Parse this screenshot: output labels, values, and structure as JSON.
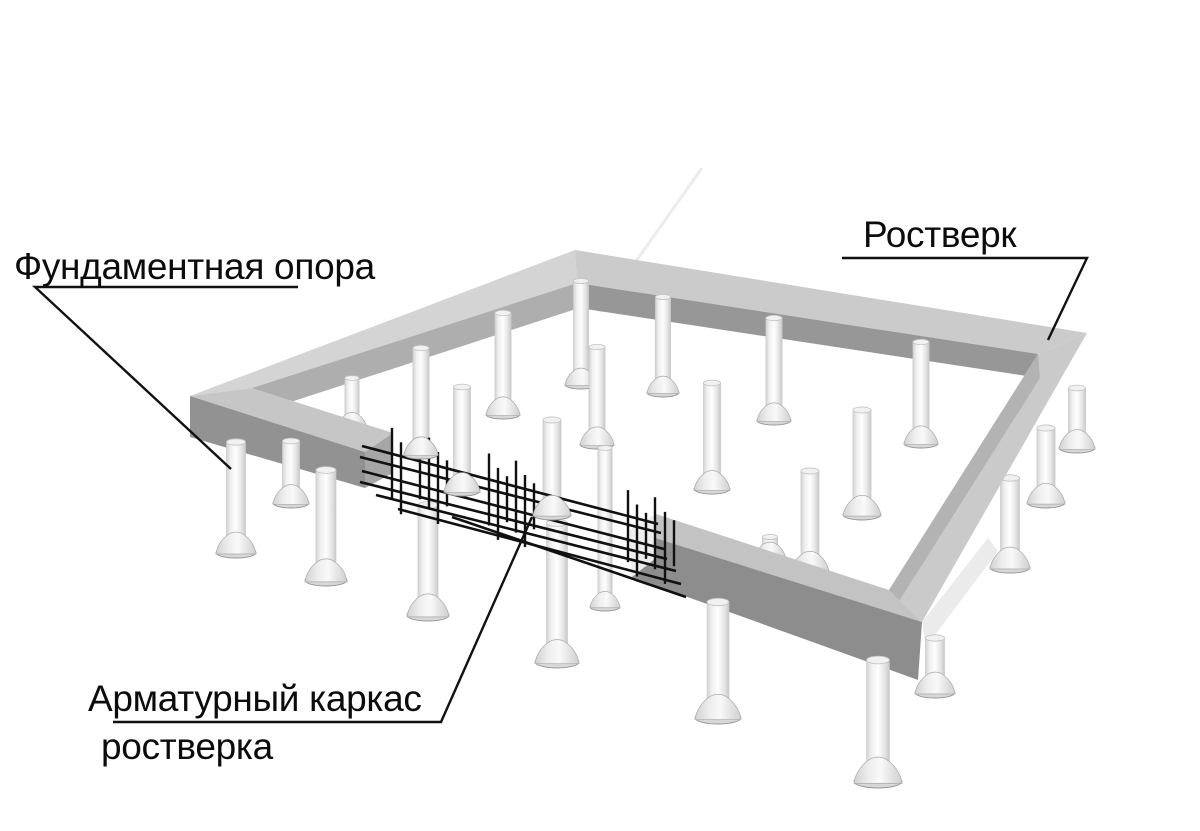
{
  "diagram": {
    "type": "pile-foundation-grillage-illustration",
    "labels": {
      "foundation_support": "Фундаментная опора",
      "grillage": "Ростверк",
      "rebar_cage_line1": "Арматурный каркас",
      "rebar_cage_line2": "ростверка"
    },
    "colors": {
      "background": "#ffffff",
      "annotation_line": "#111111",
      "label_text": "#0c0c0c",
      "beam_top_face": "#c9c9c9",
      "beam_outer_dark_face": "#929292",
      "beam_inner_medium_face": "#a9a9a9",
      "beam_end_light_face": "#eeeeee",
      "pile_body": "#f4f4f4",
      "pile_rim": "#d7d7d7",
      "rebar": "#101010"
    }
  }
}
